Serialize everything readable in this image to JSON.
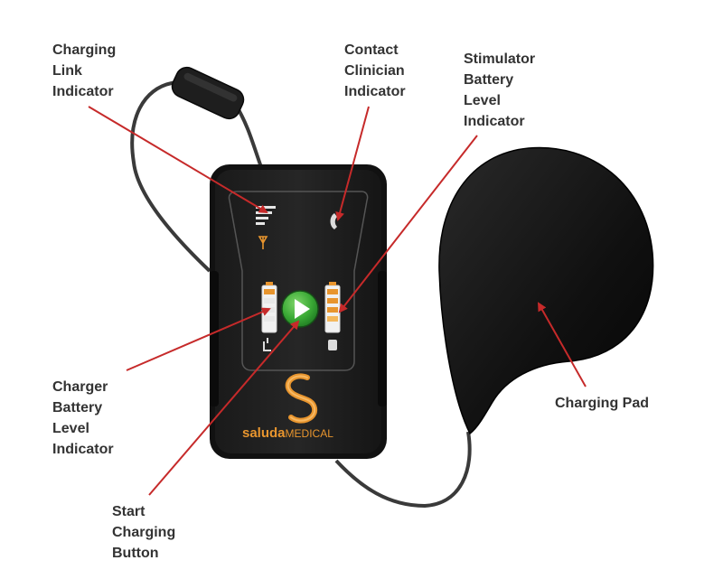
{
  "colors": {
    "arrow": "#c62a2a",
    "label_text": "#333333",
    "device_body": "#1c1c1c",
    "accent_orange": "#e8952e",
    "play_green": "#3aa935"
  },
  "labels": {
    "charging_link": [
      "Charging",
      "Link",
      "Indicator"
    ],
    "contact_clinician": [
      "Contact",
      "Clinician",
      "Indicator"
    ],
    "stimulator_battery": [
      "Stimulator",
      "Battery",
      "Level",
      "Indicator"
    ],
    "charger_battery": [
      "Charger",
      "Battery",
      "Level",
      "Indicator"
    ],
    "start_charging": [
      "Start",
      "Charging",
      "Button"
    ],
    "charging_pad": [
      "Charging Pad"
    ]
  },
  "device": {
    "brand_primary": "saluda",
    "brand_secondary": "MEDICAL"
  },
  "icons": {
    "signal": "signal-bars-icon",
    "antenna": "antenna-icon",
    "phone": "phone-icon",
    "play": "play-icon",
    "battery": "battery-icon",
    "logo": "saluda-logo-icon",
    "pad": "charging-pad-icon"
  }
}
